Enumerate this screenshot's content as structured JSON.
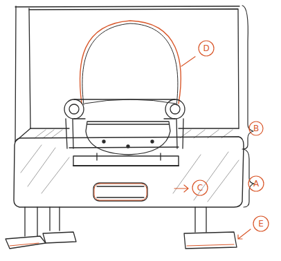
{
  "diagram": {
    "labels": [
      "D",
      "B",
      "C",
      "A",
      "E"
    ]
  }
}
